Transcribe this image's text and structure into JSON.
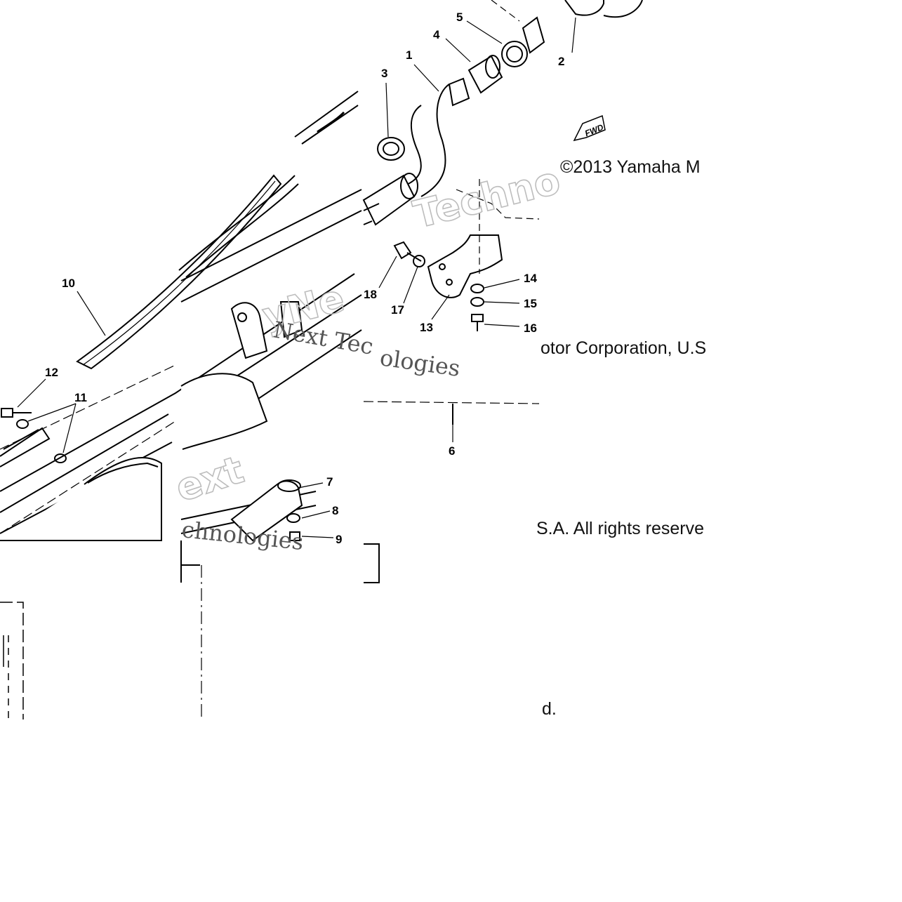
{
  "copyright": {
    "line1": "©2013 Yamaha M",
    "line2": "otor Corporation, U.S",
    "line3": "S.A. All rights reserve",
    "line4": "d."
  },
  "fwd_label": "FWD",
  "watermarks": {
    "wm_a": "Techno",
    "wm_b": "yNe",
    "wm_c": "Next Tec",
    "wm_d": "ologies",
    "wm_e": "ext",
    "wm_f": "chnologies"
  },
  "callouts": [
    {
      "id": "1",
      "label": "1"
    },
    {
      "id": "2",
      "label": "2"
    },
    {
      "id": "3",
      "label": "3"
    },
    {
      "id": "4",
      "label": "4"
    },
    {
      "id": "5",
      "label": "5"
    },
    {
      "id": "6",
      "label": "6"
    },
    {
      "id": "7",
      "label": "7"
    },
    {
      "id": "8",
      "label": "8"
    },
    {
      "id": "9",
      "label": "9"
    },
    {
      "id": "10",
      "label": "10"
    },
    {
      "id": "11",
      "label": "11"
    },
    {
      "id": "12",
      "label": "12"
    },
    {
      "id": "13",
      "label": "13"
    },
    {
      "id": "14",
      "label": "14"
    },
    {
      "id": "15",
      "label": "15"
    },
    {
      "id": "16",
      "label": "16"
    },
    {
      "id": "17",
      "label": "17"
    },
    {
      "id": "18",
      "label": "18"
    }
  ]
}
